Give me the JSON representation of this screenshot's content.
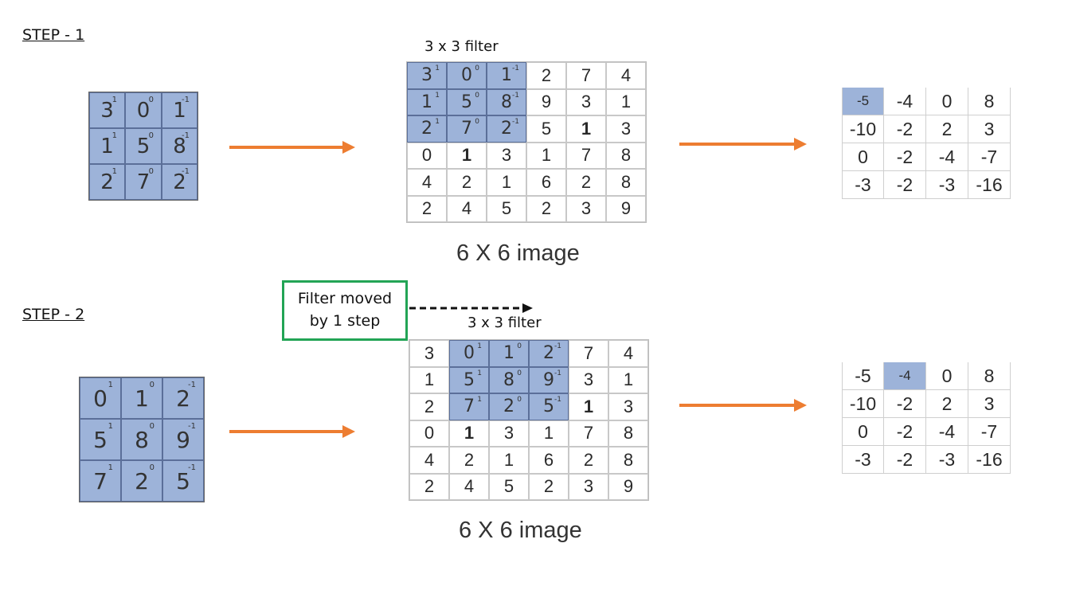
{
  "colors": {
    "highlight": "#9db3d9",
    "arrow": "#ed7d31",
    "note_border": "#22a455"
  },
  "steps": [
    {
      "label": "STEP - 1",
      "kernel": [
        [
          {
            "v": "3",
            "w": "1"
          },
          {
            "v": "0",
            "w": "0"
          },
          {
            "v": "1",
            "w": "-1"
          }
        ],
        [
          {
            "v": "1",
            "w": "1"
          },
          {
            "v": "5",
            "w": "0"
          },
          {
            "v": "8",
            "w": "-1"
          }
        ],
        [
          {
            "v": "2",
            "w": "1"
          },
          {
            "v": "7",
            "w": "0"
          },
          {
            "v": "2",
            "w": "-1"
          }
        ]
      ],
      "filter_caption": "3 x 3 filter",
      "image_caption": "6 X 6 image",
      "image": [
        [
          "3",
          "0",
          "1",
          "2",
          "7",
          "4"
        ],
        [
          "1",
          "5",
          "8",
          "9",
          "3",
          "1"
        ],
        [
          "2",
          "7",
          "2",
          "5",
          "1",
          "3"
        ],
        [
          "0",
          "1",
          "3",
          "1",
          "7",
          "8"
        ],
        [
          "4",
          "2",
          "1",
          "6",
          "2",
          "8"
        ],
        [
          "2",
          "4",
          "5",
          "2",
          "3",
          "9"
        ]
      ],
      "window": {
        "row": 0,
        "col": 0
      },
      "output": [
        [
          "-5",
          "-4",
          "0",
          "8"
        ],
        [
          "-10",
          "-2",
          "2",
          "3"
        ],
        [
          "0",
          "-2",
          "-4",
          "-7"
        ],
        [
          "-3",
          "-2",
          "-3",
          "-16"
        ]
      ],
      "output_highlight": {
        "row": 0,
        "col": 0
      }
    },
    {
      "label": "STEP - 2",
      "kernel": [
        [
          {
            "v": "0",
            "w": "1"
          },
          {
            "v": "1",
            "w": "0"
          },
          {
            "v": "2",
            "w": "-1"
          }
        ],
        [
          {
            "v": "5",
            "w": "1"
          },
          {
            "v": "8",
            "w": "0"
          },
          {
            "v": "9",
            "w": "-1"
          }
        ],
        [
          {
            "v": "7",
            "w": "1"
          },
          {
            "v": "2",
            "w": "0"
          },
          {
            "v": "5",
            "w": "-1"
          }
        ]
      ],
      "filter_caption": "3 x 3 filter",
      "image_caption": "6 X 6 image",
      "note": [
        "Filter moved",
        "by 1 step"
      ],
      "image": [
        [
          "3",
          "0",
          "1",
          "2",
          "7",
          "4"
        ],
        [
          "1",
          "5",
          "8",
          "9",
          "3",
          "1"
        ],
        [
          "2",
          "7",
          "2",
          "5",
          "1",
          "3"
        ],
        [
          "0",
          "1",
          "3",
          "1",
          "7",
          "8"
        ],
        [
          "4",
          "2",
          "1",
          "6",
          "2",
          "8"
        ],
        [
          "2",
          "4",
          "5",
          "2",
          "3",
          "9"
        ]
      ],
      "window": {
        "row": 0,
        "col": 1
      },
      "output": [
        [
          "-5",
          "-4",
          "0",
          "8"
        ],
        [
          "-10",
          "-2",
          "2",
          "3"
        ],
        [
          "0",
          "-2",
          "-4",
          "-7"
        ],
        [
          "-3",
          "-2",
          "-3",
          "-16"
        ]
      ],
      "output_highlight": {
        "row": 0,
        "col": 1
      }
    }
  ]
}
